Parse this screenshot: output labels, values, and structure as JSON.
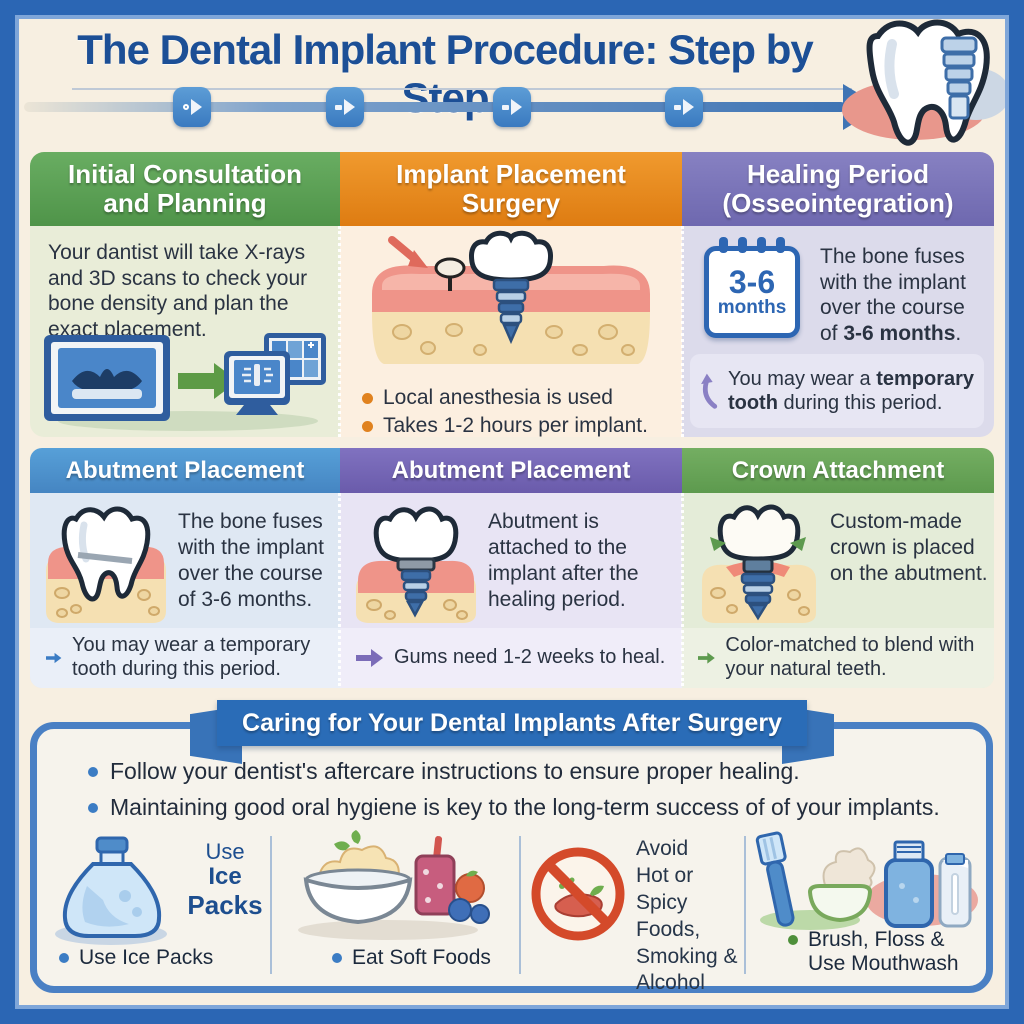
{
  "title": "The Dental Implant Procedure: Step by Step",
  "palette": {
    "frame_blue": "#2b66b4",
    "cream_bg": "#f7efe1",
    "title_navy": "#1c4f96",
    "step_green": "#58a053",
    "step_orange": "#e8891d",
    "step_purple": "#7a74b9",
    "step_blue": "#4d8fca",
    "step_purple2": "#7465b5",
    "step_green2": "#66a258",
    "ribbon_blue": "#2a6cb7",
    "care_border": "#4a80c4",
    "bullet_orange": "#e0821f",
    "bullet_blue": "#3b7cc4",
    "bullet_green": "#4e8f3a"
  },
  "row1": {
    "steps": [
      {
        "header1": "Initial Consultation",
        "header2": "and Planning",
        "body": "Your dantist will take X-rays and 3D scans to check your bone density and plan the exact placement."
      },
      {
        "header1": "Implant Placement",
        "header2": "Surgery",
        "bullets": [
          "Local anesthesia is used",
          "Takes 1-2 hours per implant."
        ]
      },
      {
        "header1": "Healing Period",
        "header2": "(Osseointegration)",
        "calendar_top": "3-6",
        "calendar_bottom": "months",
        "body_prefix": "The bone fuses with the implant over the course of ",
        "body_bold": "3-6 months",
        "body_suffix": ".",
        "note_prefix": "You may wear a ",
        "note_bold": "temporary tooth",
        "note_suffix": " during this period."
      }
    ]
  },
  "row2": {
    "steps": [
      {
        "header": "Abutment Placement",
        "body": "The bone fuses with the implant over the course of 3-6 months.",
        "note": "You may wear a temporary tooth during this period."
      },
      {
        "header": "Abutment Placement",
        "body": "Abutment is attached to the implant after the healing period.",
        "note": "Gums need 1-2 weeks to heal."
      },
      {
        "header": "Crown Attachment",
        "body": "Custom-made crown is placed on the abutment.",
        "note": "Color-matched to blend with your natural teeth."
      }
    ]
  },
  "care": {
    "banner": "Caring for Your Dental Implants After Surgery",
    "bullets": [
      "Follow your dentist's aftercare instructions to ensure proper healing.",
      "Maintaining good oral hygiene is key to the long-term success of of your implants."
    ],
    "panels": [
      {
        "stack": [
          "Use",
          "Ice",
          "Packs"
        ],
        "caption": "Use Ice Packs"
      },
      {
        "caption": "Eat Soft Foods"
      },
      {
        "lines": [
          "Avoid",
          "Hot or Spicy",
          "Foods,",
          "Smoking &",
          "Alcohol"
        ]
      },
      {
        "caption_lines": [
          "Brush, Floss &",
          "Use Mouthwash"
        ]
      }
    ]
  }
}
